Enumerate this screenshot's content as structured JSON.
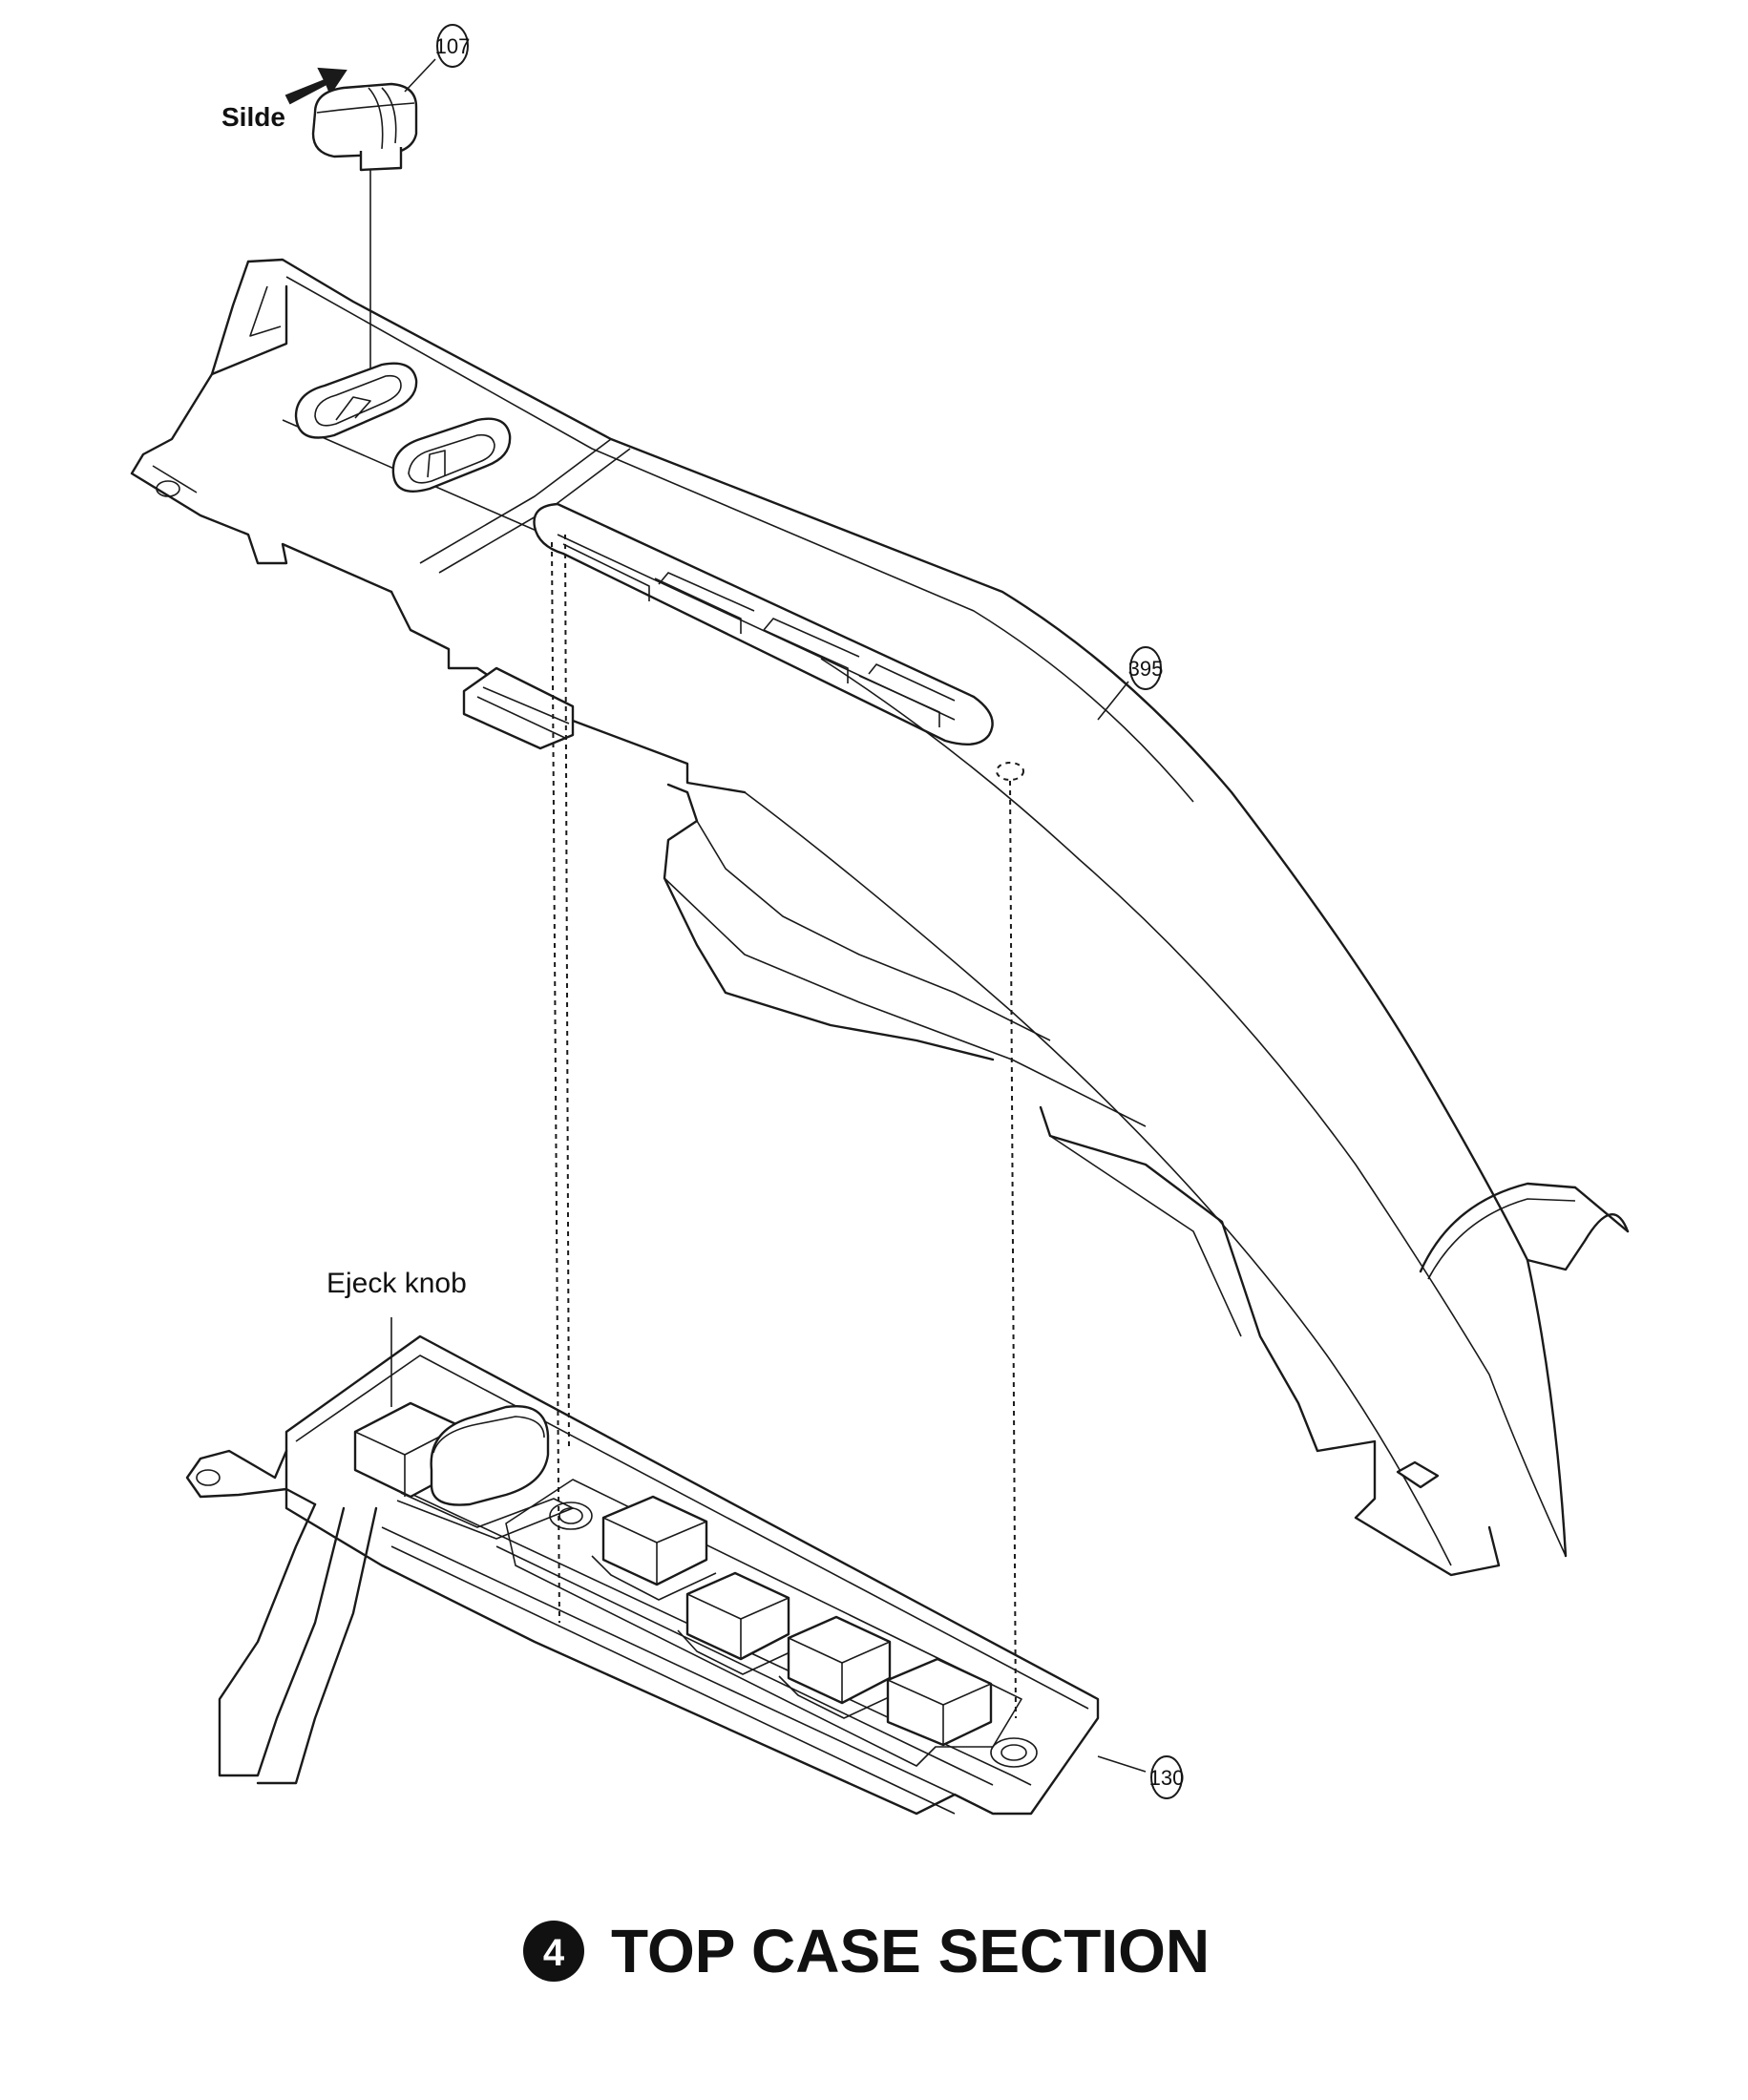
{
  "labels": {
    "slide": "Silde",
    "eject_knob": "Ejeck knob"
  },
  "callouts": {
    "part_107": "107",
    "part_395": "395",
    "part_130": "130"
  },
  "title": {
    "section_number": "4",
    "text": "TOP CASE SECTION"
  }
}
